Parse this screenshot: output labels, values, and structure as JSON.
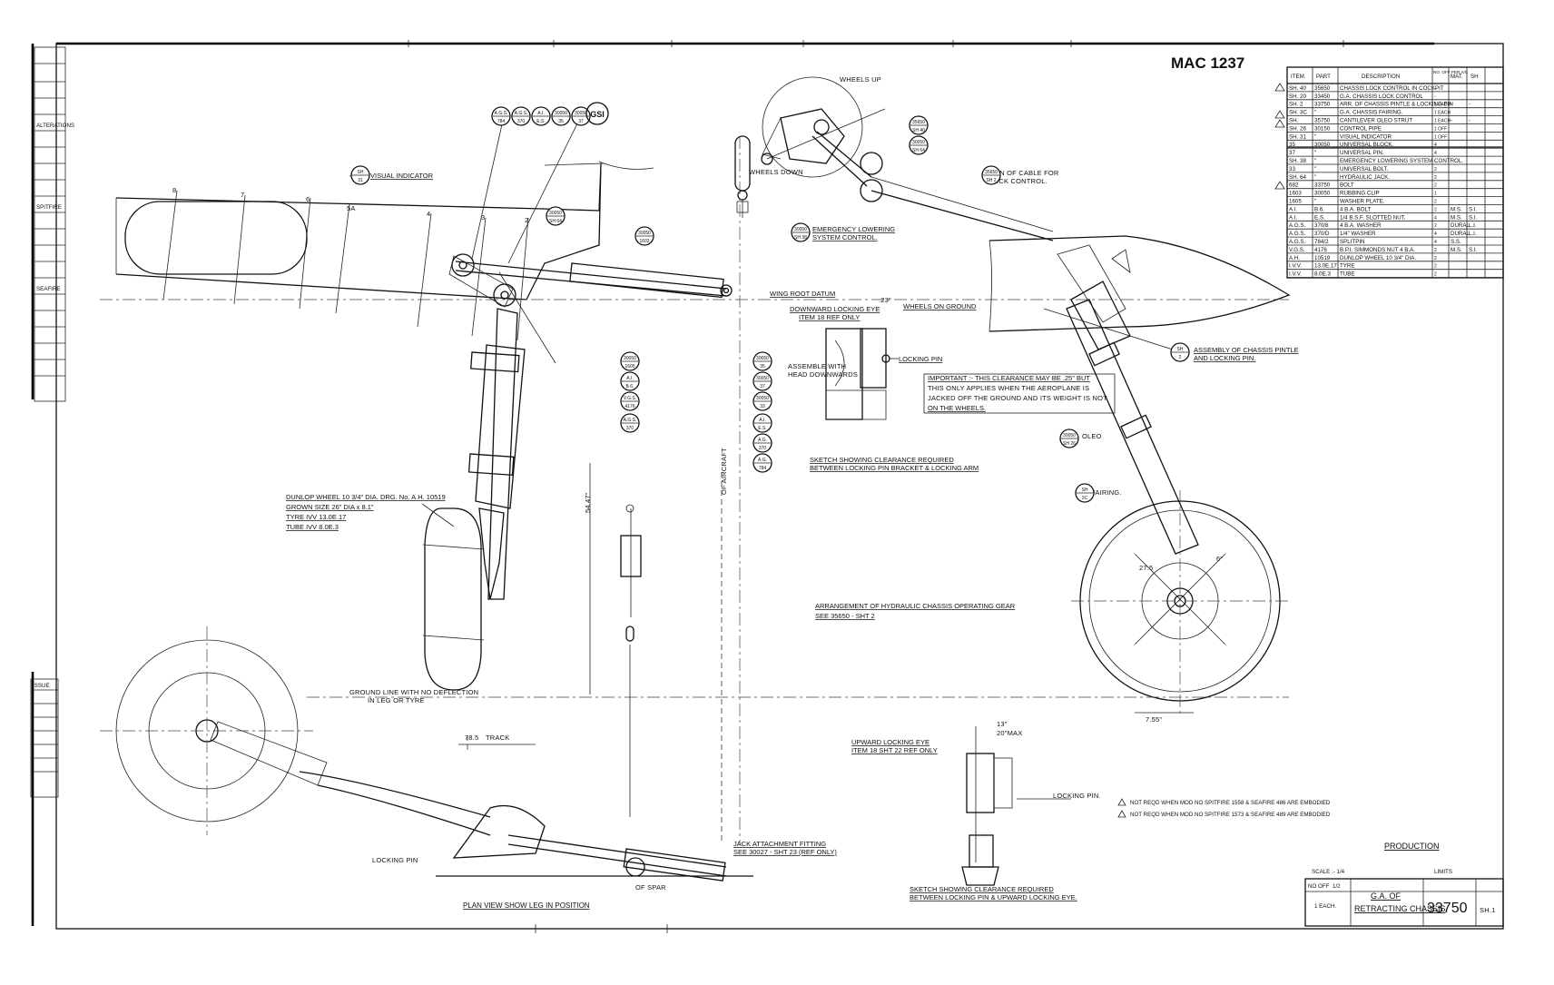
{
  "drawing_number": "MAC 1237",
  "parts_table": {
    "headers": [
      "ITEM.",
      "PART",
      "DESCRIPTION",
      "NO. OFF PER A/C",
      "MAT.",
      "SH"
    ],
    "rows": [
      [
        "SH. 40",
        "35650",
        "CHASSIS LOCK CONTROL IN COCKPIT",
        "-",
        "",
        ""
      ],
      [
        "SH. 20",
        "33450",
        "G.A. CHASSIS LOCK CONTROL",
        "-",
        "",
        ""
      ],
      [
        "SH. 2",
        "33750",
        "ARR. OF CHASSIS PINTLE & LOCKING PIN",
        "1 EACH",
        "-",
        "-"
      ],
      [
        "SH. 3C",
        "\"",
        "G.A. CHASSIS FAIRING.",
        "1 EACH",
        "",
        ""
      ],
      [
        "SH.",
        "35750",
        "CANTILEVER OLEO STRUT",
        "1 EACH",
        "-",
        "-"
      ],
      [
        "SH. 26",
        "30150",
        "CONTROL PIPE",
        "1 OFF",
        "",
        ""
      ],
      [
        "SH. 31",
        "\"",
        "VISUAL INDICATOR",
        "1 OFF",
        "",
        ""
      ],
      [
        "35",
        "30050",
        "UNIVERSAL BLOCK.",
        "4",
        "",
        ""
      ],
      [
        "37",
        "\"",
        "UNIVERSAL PIN.",
        "4",
        "",
        ""
      ],
      [
        "SH. 38",
        "\"",
        "EMERGENCY LOWERING SYSTEM CONTROL.",
        "-",
        "",
        ""
      ],
      [
        "33",
        "\"",
        "UNIVERSAL BOLT.",
        "2",
        "",
        ""
      ],
      [
        "SH. 64",
        "\"",
        "HYDRAULIC JACK.",
        "2",
        "",
        ""
      ],
      [
        "682",
        "33750",
        "BOLT",
        "2",
        "",
        ""
      ],
      [
        "1603",
        "30050",
        "RUBBING CLIP",
        "1",
        "",
        ""
      ],
      [
        "1605",
        "\"",
        "WASHER PLATE.",
        "2",
        "",
        ""
      ],
      [
        "A.I.",
        "B.6.",
        "4 B.A. BOLT",
        "2",
        "M.S.",
        "S.I."
      ],
      [
        "A.I.",
        "E.S.",
        "1/4 B.S.F. SLOTTED NUT.",
        "4",
        "M.S.",
        "S.I."
      ],
      [
        "A.G.S.",
        "370/8",
        "4 B.A. WASHER",
        "2",
        "DURAL",
        "L.I."
      ],
      [
        "A.G.S.",
        "370/D",
        "1/4\" WASHER",
        "4",
        "DURAL",
        "L.I."
      ],
      [
        "A.G.S.",
        "784/2",
        "SPLITPIN",
        "4",
        "S.S.",
        ""
      ],
      [
        "V.G.S.",
        "4176",
        "B.P.I. SIMMONDS NUT 4 B.A.",
        "2",
        "M.S.",
        "S.I."
      ],
      [
        "A.H.",
        "10519",
        "DUNLOP WHEEL 10 3/4\" DIA.",
        "2",
        "",
        ""
      ],
      [
        "I.V.V.",
        "13.0E.17",
        "TYRE",
        "2",
        "",
        ""
      ],
      [
        "I.V.V.",
        "8.0E.3",
        "TUBE",
        "2",
        "",
        ""
      ]
    ]
  },
  "labels": {
    "wheels_up": "WHEELS UP",
    "wheels_down": "WHEELS DOWN",
    "emergency_lowering": [
      "EMERGENCY LOWERING",
      "SYSTEM CONTROL."
    ],
    "run_of_cable": [
      "RUN OF CABLE FOR",
      "LOCK CONTROL."
    ],
    "visual_indicator": "VISUAL INDICATOR",
    "wing_root_datum": "WING ROOT DATUM",
    "wheels_on_ground": "WHEELS ON GROUND",
    "downward_locking_eye": [
      "DOWNWARD LOCKING EYE",
      "ITEM 18 REF ONLY"
    ],
    "locking_pin": "LOCKING PIN",
    "important_note": [
      "IMPORTANT :- THIS CLEARANCE MAY BE .25\" BUT",
      "THIS ONLY APPLIES WHEN THE AEROPLANE IS",
      "JACKED OFF THE GROUND AND ITS WEIGHT IS NOT",
      "ON THE WHEELS."
    ],
    "assemble_with": [
      "ASSEMBLE WITH",
      "HEAD DOWNWARDS"
    ],
    "sketch_clearance_1": [
      "SKETCH SHOWING CLEARANCE REQUIRED",
      "BETWEEN LOCKING PIN BRACKET & LOCKING ARM"
    ],
    "assembly_pintle": [
      "ASSEMBLY OF CHASSIS PINTLE",
      "AND LOCKING PIN."
    ],
    "fairing": "FAIRING.",
    "oleo": "OLEO",
    "dunlop_wheel": [
      "DUNLOP WHEEL 10 3/4\" DIA. DRG. No. A.H. 10519",
      "GROWN SIZE 26\" DIA x 8.1\"",
      "TYRE IVV 13.0E.17",
      "TUBE IVV 8.0E.3"
    ],
    "arrangement": [
      "ARRANGEMENT OF HYDRAULIC CHASSIS OPERATING GEAR",
      "SEE 35650 - SHT 2"
    ],
    "ground_line": [
      "GROUND LINE WITH NO DEFLECTION",
      "IN LEG OR TYRE"
    ],
    "track": "TRACK",
    "track_dim": "78.5",
    "locking_pin_plan": "LOCKING PIN",
    "jack_attachment": [
      "JACK ATTACHMENT FITTING",
      "SEE 30027 - SHT 23 (REF ONLY)"
    ],
    "of_spar": "OF SPAR",
    "plan_view": "PLAN VIEW SHOW LEG IN POSITION",
    "upward_locking_eye": [
      "UPWARD LOCKING EYE",
      "ITEM 18 SHT 22 REF ONLY"
    ],
    "locking_pin_2": "LOCKING PIN.",
    "sketch_clearance_2": [
      "SKETCH SHOWING CLEARANCE REQUIRED",
      "BETWEEN LOCKING PIN & UPWARD LOCKING EYE."
    ],
    "not_reqd_1": "NOT REQD WHEN MOD NO SPITFIRE 1558 & SEAFIRE 486 ARE EMBODIED",
    "not_reqd_2": "NOT REQD WHEN MOD NO SPITFIRE 1573 & SEAFIRE 489 ARE EMBODIED",
    "production": "PRODUCTION",
    "dim_5447": "54.47\"",
    "dim_755": "7.55\"",
    "dim_2775": "27.5",
    "dim_23": ".23\"",
    "dim_13": "13\"",
    "dim_20max": "20\"MAX",
    "dim_of_aircraft": "OF AIRCRAFT",
    "dim_6": "6\"",
    "part_gsi": "GSI"
  },
  "title_block": {
    "scale": "SCALE :- 1/4",
    "limits": "LIMITS",
    "no_off": "NO OFF",
    "no_off_val": "1/2",
    "each": "1 EACH.",
    "title": [
      "G.A. OF",
      "RETRACTING CHASSIS"
    ],
    "drawing_no": "33750",
    "sheet": "SH.1"
  },
  "bubbles": [
    {
      "id": "b1",
      "top": "A.G.S.",
      "bot": "784"
    },
    {
      "id": "b2",
      "top": "A.G.S.",
      "bot": "370"
    },
    {
      "id": "b3",
      "top": "A.I.",
      "bot": "E.S."
    },
    {
      "id": "b4",
      "top": "30050",
      "bot": "35"
    },
    {
      "id": "b5",
      "top": "30050",
      "bot": "37"
    },
    {
      "id": "b6",
      "top": "SH",
      "bot": "31"
    },
    {
      "id": "b7",
      "top": "30050",
      "bot": "SH 64"
    },
    {
      "id": "b8",
      "top": "30050",
      "bot": "1603"
    },
    {
      "id": "b9",
      "top": "30050",
      "bot": "SH 38"
    },
    {
      "id": "b10",
      "top": "35650",
      "bot": "SH 40"
    },
    {
      "id": "b11",
      "top": "SH",
      "bot": "2"
    },
    {
      "id": "b12",
      "top": "SH",
      "bot": "3C"
    },
    {
      "id": "b13",
      "top": "30050",
      "bot": "1605"
    },
    {
      "id": "b14",
      "top": "A.I.",
      "bot": "B.6."
    },
    {
      "id": "b15",
      "top": "V.G.S.",
      "bot": "4176"
    },
    {
      "id": "b16",
      "top": "A.G.S.",
      "bot": "370"
    },
    {
      "id": "b17",
      "top": "30050",
      "bot": "35"
    },
    {
      "id": "b18",
      "top": "30050",
      "bot": "37"
    },
    {
      "id": "b19",
      "top": "30050",
      "bot": "33"
    },
    {
      "id": "b20",
      "top": "A.I.",
      "bot": "E.S."
    },
    {
      "id": "b21",
      "top": "A.G.",
      "bot": "370"
    },
    {
      "id": "b22",
      "top": "A.G.",
      "bot": "784"
    },
    {
      "id": "b23",
      "top": "30050",
      "bot": "SH 26"
    },
    {
      "id": "b24",
      "top": "35650",
      "bot": "SH 2"
    },
    {
      "id": "b25",
      "top": "30050",
      "bot": "SH 64"
    }
  ],
  "station_numbers": [
    "8",
    "7",
    "6",
    "5A",
    "4",
    "3",
    "2"
  ],
  "margin_notes": [
    "ALTERATIONS",
    "SPITFIRE",
    "SEAFIRE"
  ],
  "issue_block": "ISSUE"
}
